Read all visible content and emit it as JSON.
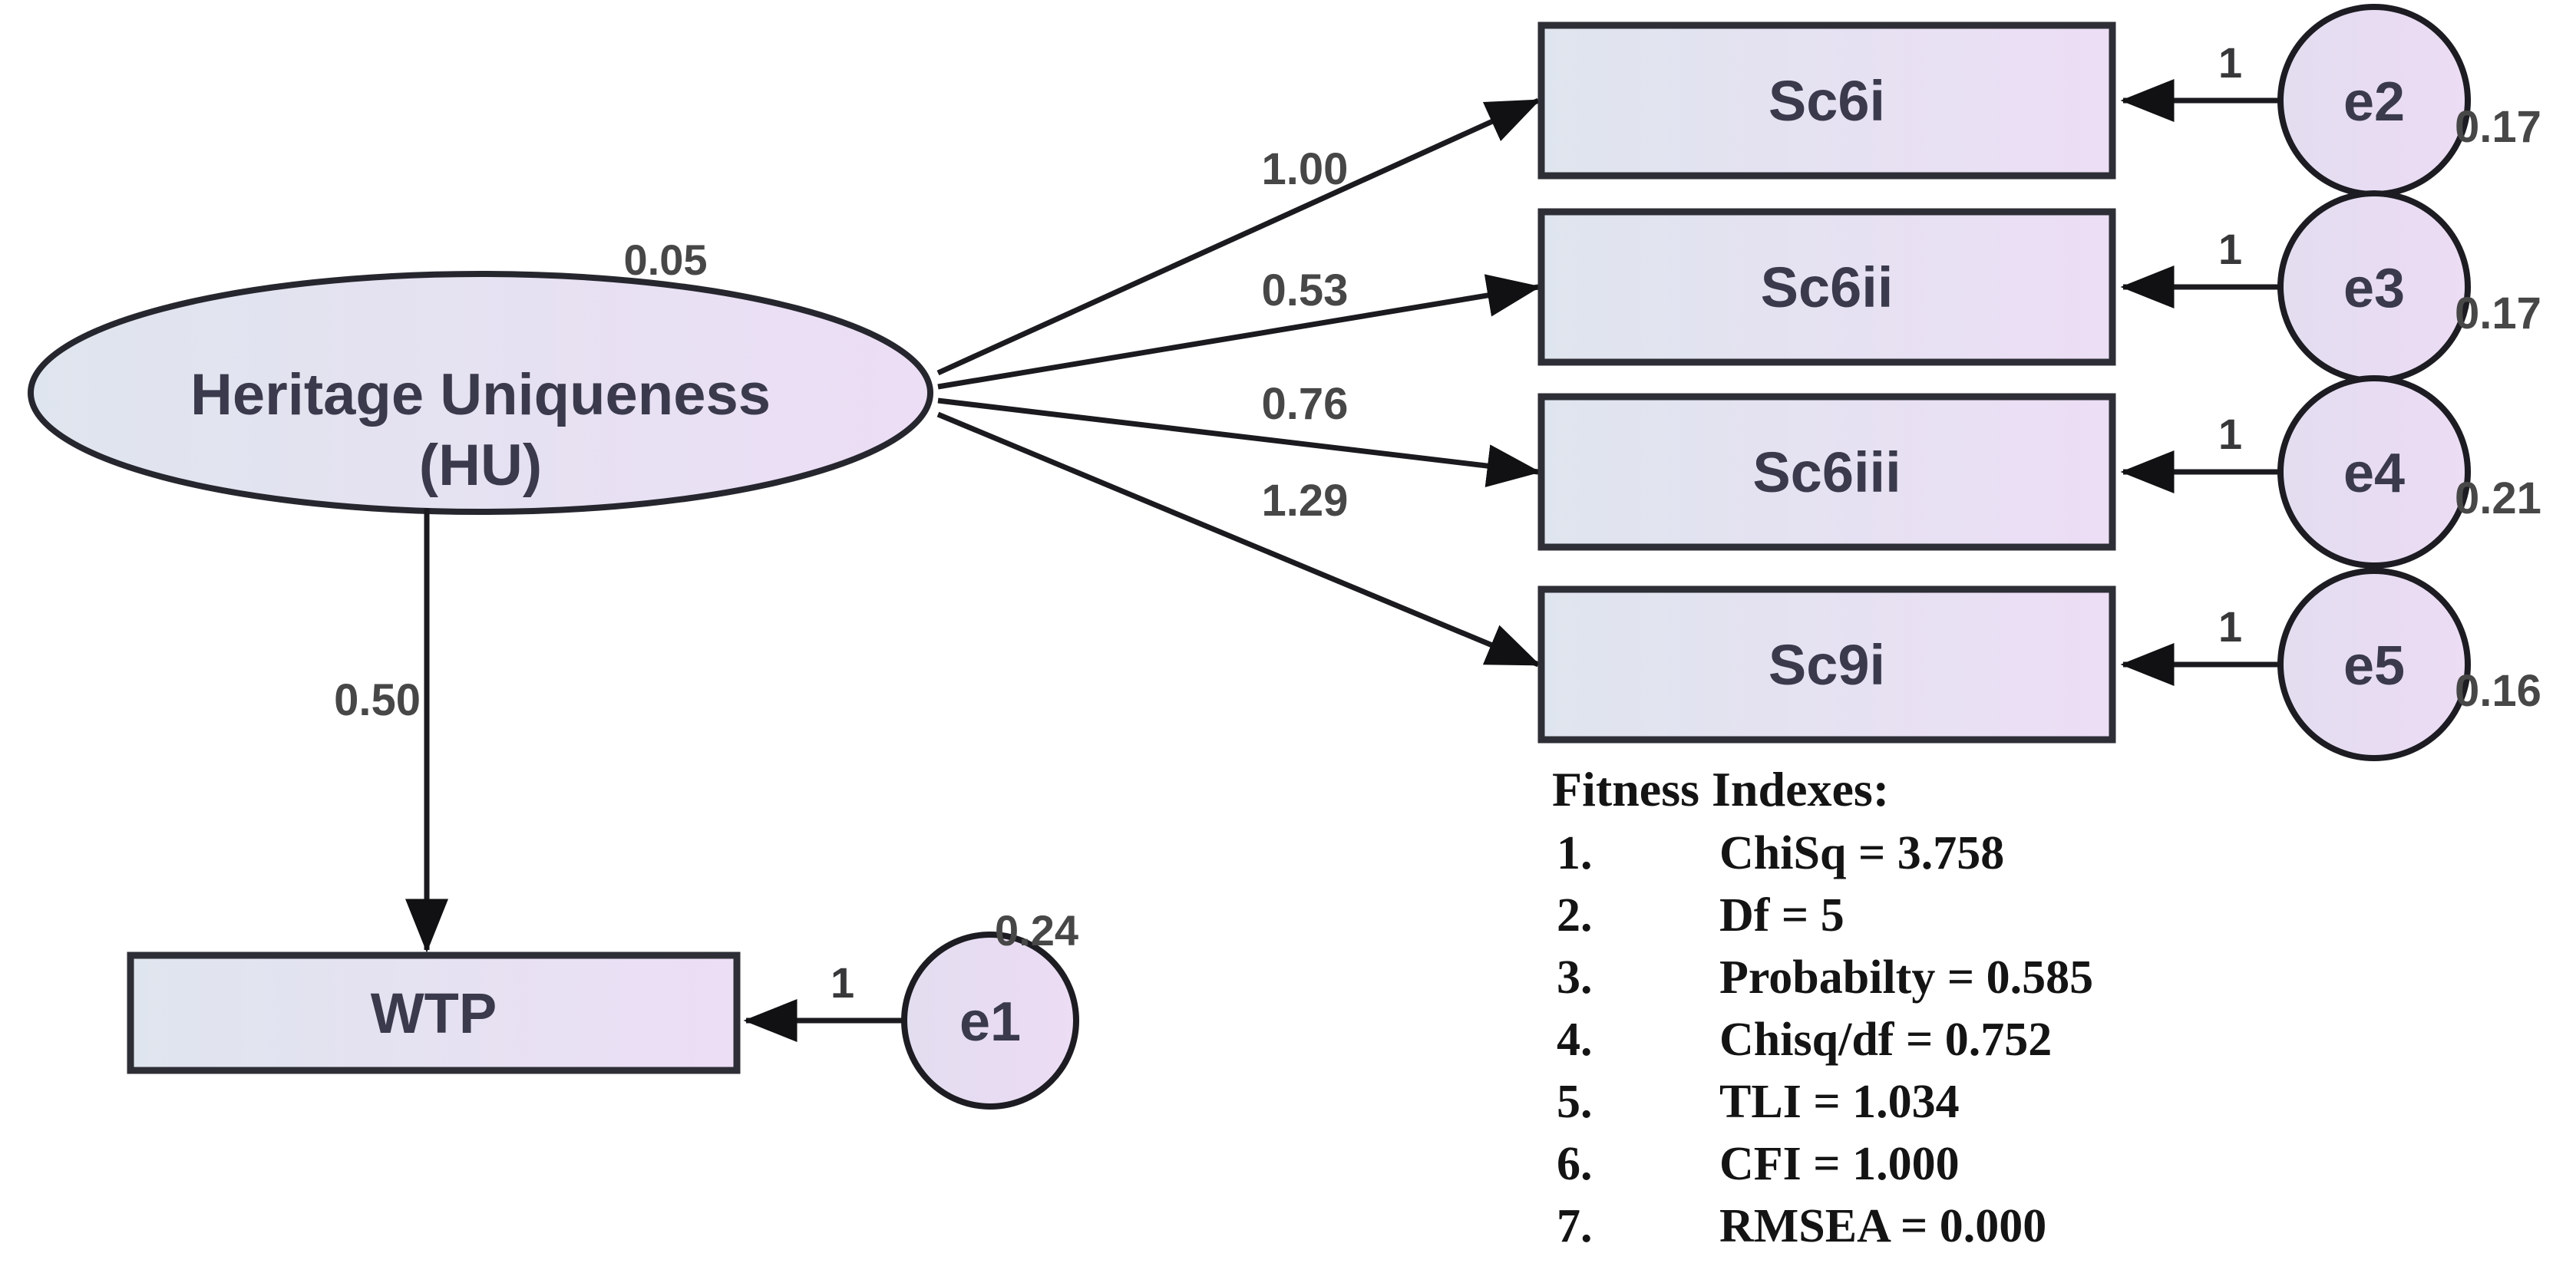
{
  "colors": {
    "background": "#ffffff",
    "shape_fill_left": "#dfe5ee",
    "shape_fill_right": "#ecdef5",
    "shape_stroke": "#26262e",
    "shape_label": "#3a3a4c",
    "value_label": "#474747",
    "fitness_text": "#141414"
  },
  "diagram": {
    "latent": {
      "label_line1": "Heritage Uniqueness",
      "label_line2": "(HU)",
      "variance": "0.05"
    },
    "indicators": [
      {
        "label": "Sc6i",
        "loading": "1.00",
        "error_name": "e2",
        "weight": "1",
        "variance": "0.17"
      },
      {
        "label": "Sc6ii",
        "loading": "0.53",
        "error_name": "e3",
        "weight": "1",
        "variance": "0.17"
      },
      {
        "label": "Sc6iii",
        "loading": "0.76",
        "error_name": "e4",
        "weight": "1",
        "variance": "0.21"
      },
      {
        "label": "Sc9i",
        "loading": "1.29",
        "error_name": "e5",
        "weight": "1",
        "variance": "0.16"
      }
    ],
    "outcome": {
      "label": "WTP",
      "path_coefficient": "0.50",
      "error_name": "e1",
      "weight": "1",
      "variance": "0.24"
    },
    "fitness": {
      "title": "Fitness Indexes:",
      "items": [
        {
          "num": "1.",
          "text": "ChiSq = 3.758"
        },
        {
          "num": "2.",
          "text": "Df = 5"
        },
        {
          "num": "3.",
          "text": "Probabilty = 0.585"
        },
        {
          "num": "4.",
          "text": "Chisq/df = 0.752"
        },
        {
          "num": "5.",
          "text": "TLI = 1.034"
        },
        {
          "num": "6.",
          "text": "CFI = 1.000"
        },
        {
          "num": "7.",
          "text": "RMSEA = 0.000"
        }
      ]
    }
  }
}
